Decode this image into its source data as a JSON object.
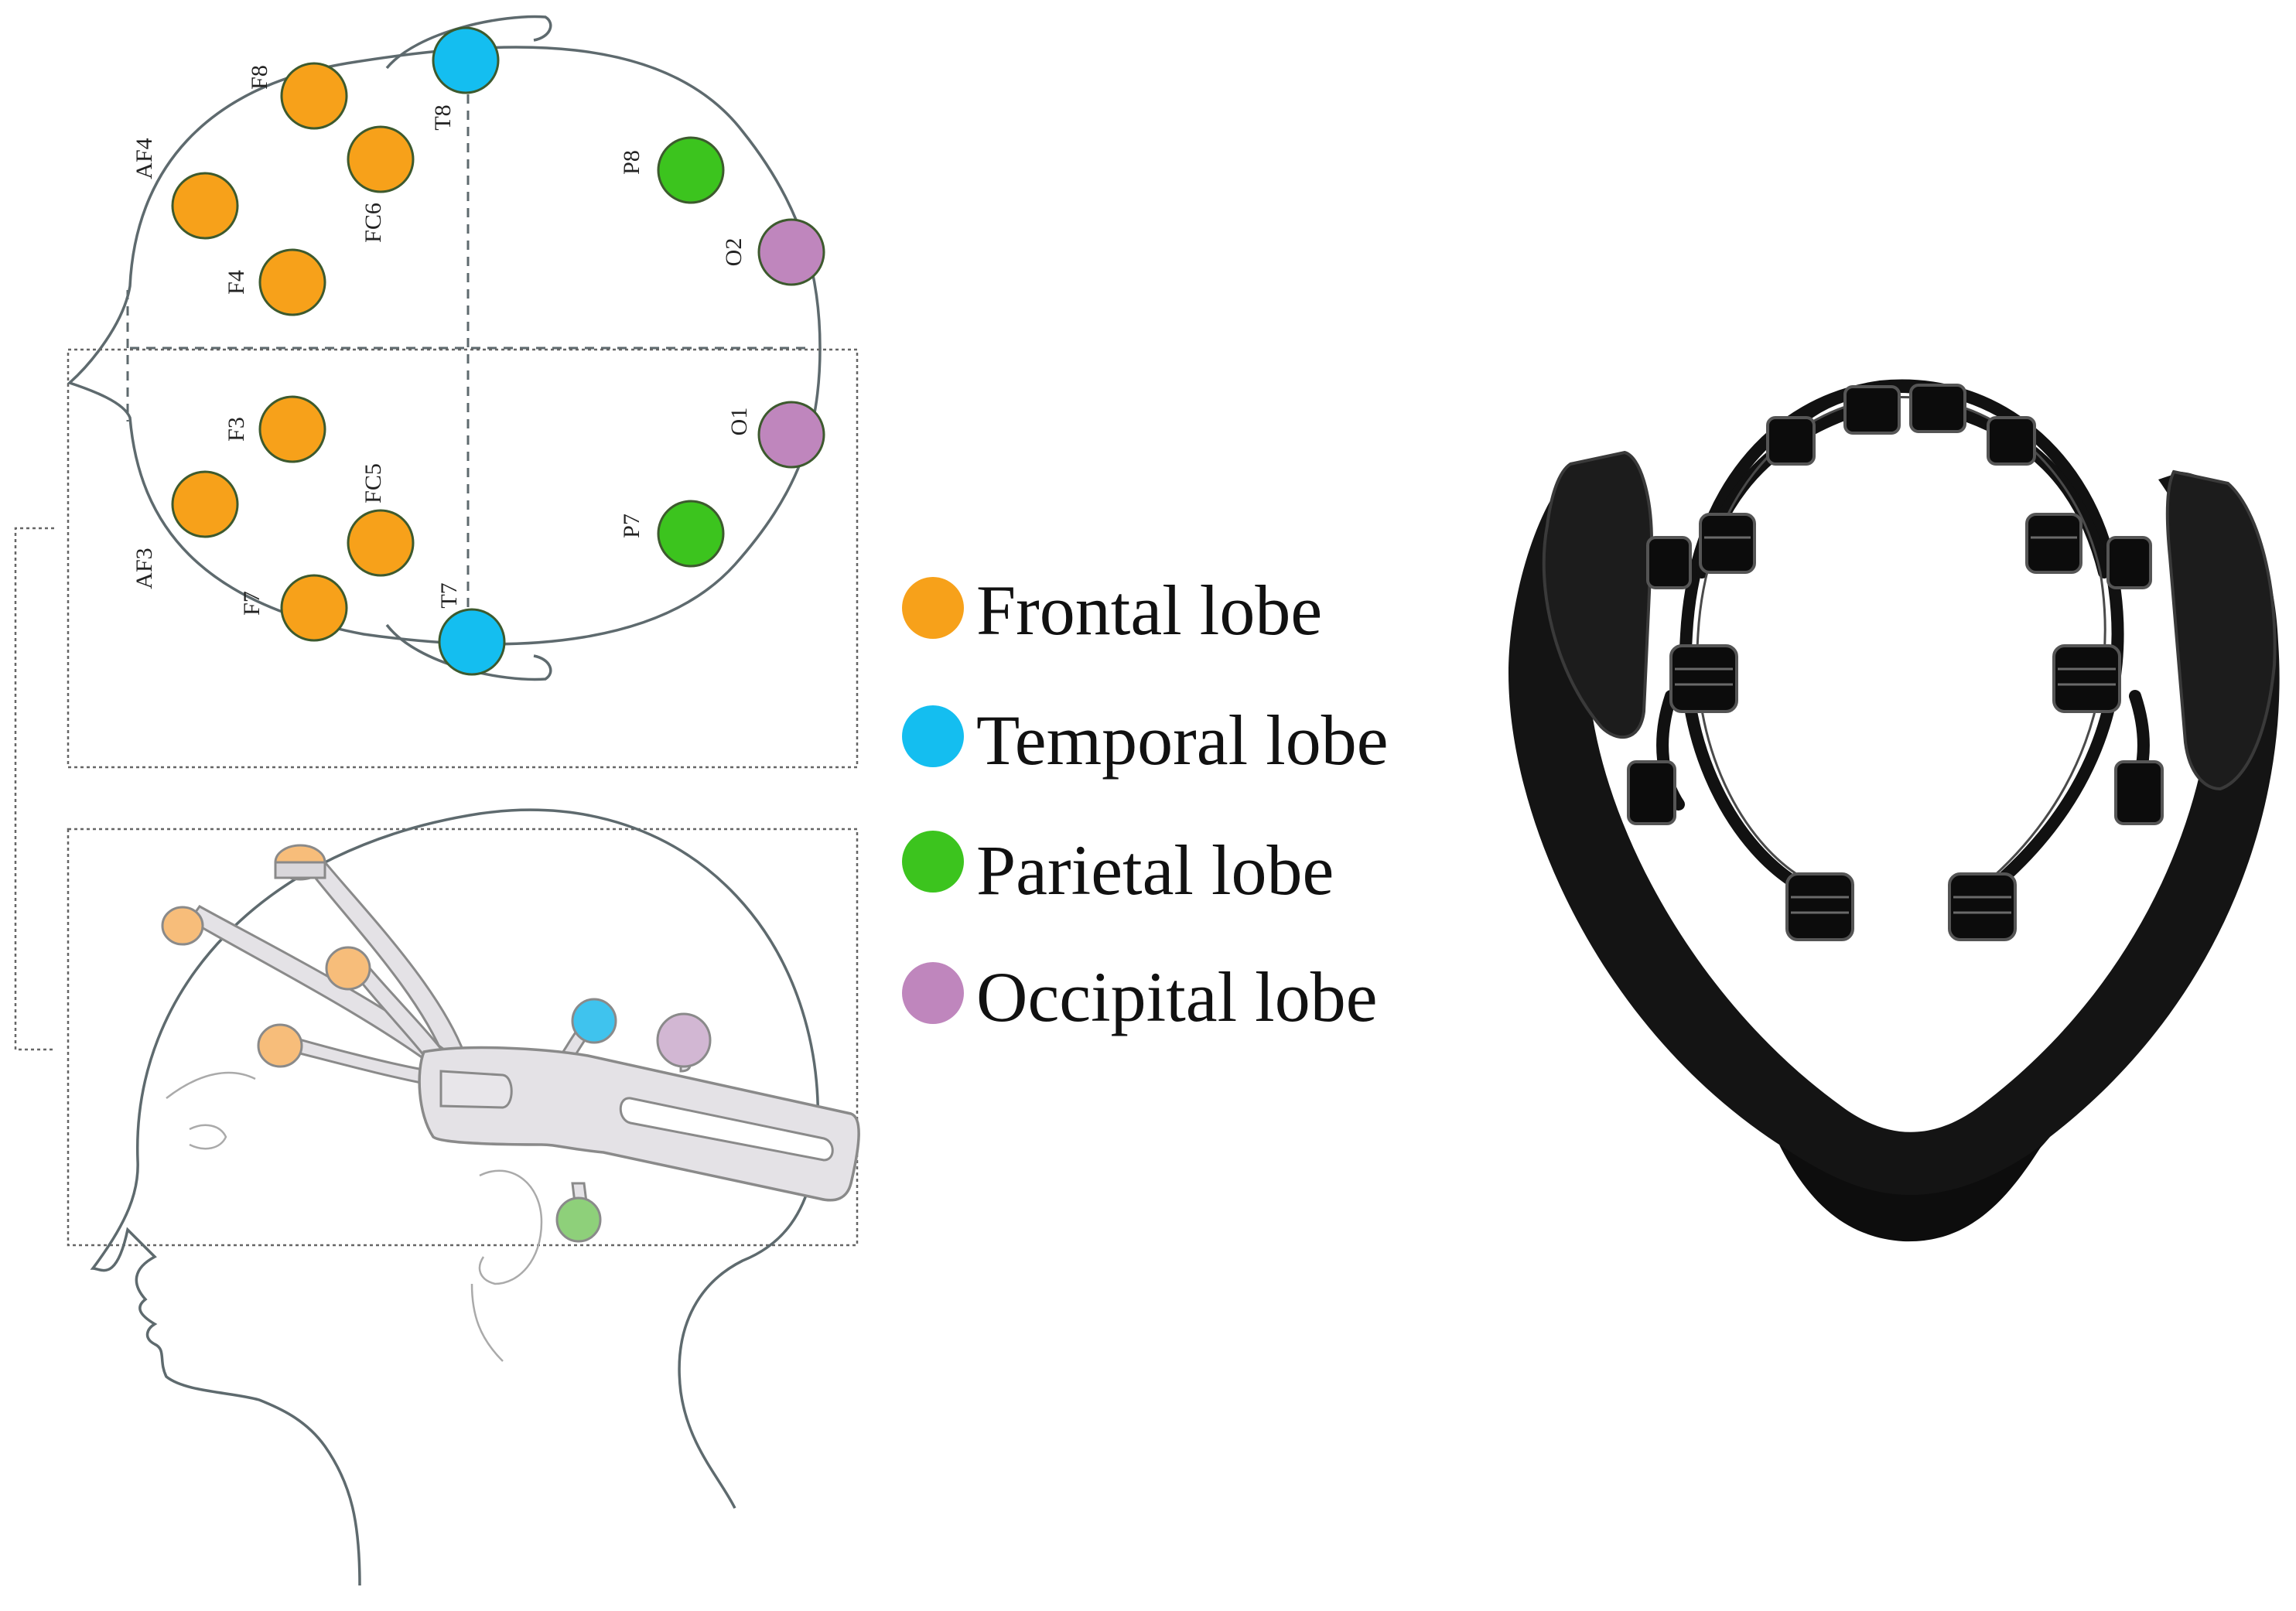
{
  "colors": {
    "frontal": "#F7A11A",
    "temporal": "#14BEF0",
    "parietal": "#3CC41E",
    "occipital": "#BF86BD"
  },
  "legend": [
    {
      "lobe": "frontal",
      "label": "Frontal lobe"
    },
    {
      "lobe": "temporal",
      "label": "Temporal lobe"
    },
    {
      "lobe": "parietal",
      "label": "Parietal lobe"
    },
    {
      "lobe": "occipital",
      "label": "Occipital lobe"
    }
  ],
  "electrodes": [
    {
      "id": "F8",
      "label": "F8",
      "lobe": "frontal"
    },
    {
      "id": "AF4",
      "label": "AF4",
      "lobe": "frontal"
    },
    {
      "id": "FC6",
      "label": "FC6",
      "lobe": "frontal"
    },
    {
      "id": "F4",
      "label": "F4",
      "lobe": "frontal"
    },
    {
      "id": "T8",
      "label": "T8",
      "lobe": "temporal"
    },
    {
      "id": "P8",
      "label": "P8",
      "lobe": "parietal"
    },
    {
      "id": "O2",
      "label": "O2",
      "lobe": "occipital"
    },
    {
      "id": "F3",
      "label": "F3",
      "lobe": "frontal"
    },
    {
      "id": "AF3",
      "label": "AF3",
      "lobe": "frontal"
    },
    {
      "id": "FC5",
      "label": "FC5",
      "lobe": "frontal"
    },
    {
      "id": "F7",
      "label": "F7",
      "lobe": "frontal"
    },
    {
      "id": "T7",
      "label": "T7",
      "lobe": "temporal"
    },
    {
      "id": "O1",
      "label": "O1",
      "lobe": "occipital"
    },
    {
      "id": "P7",
      "label": "P7",
      "lobe": "parietal"
    }
  ]
}
